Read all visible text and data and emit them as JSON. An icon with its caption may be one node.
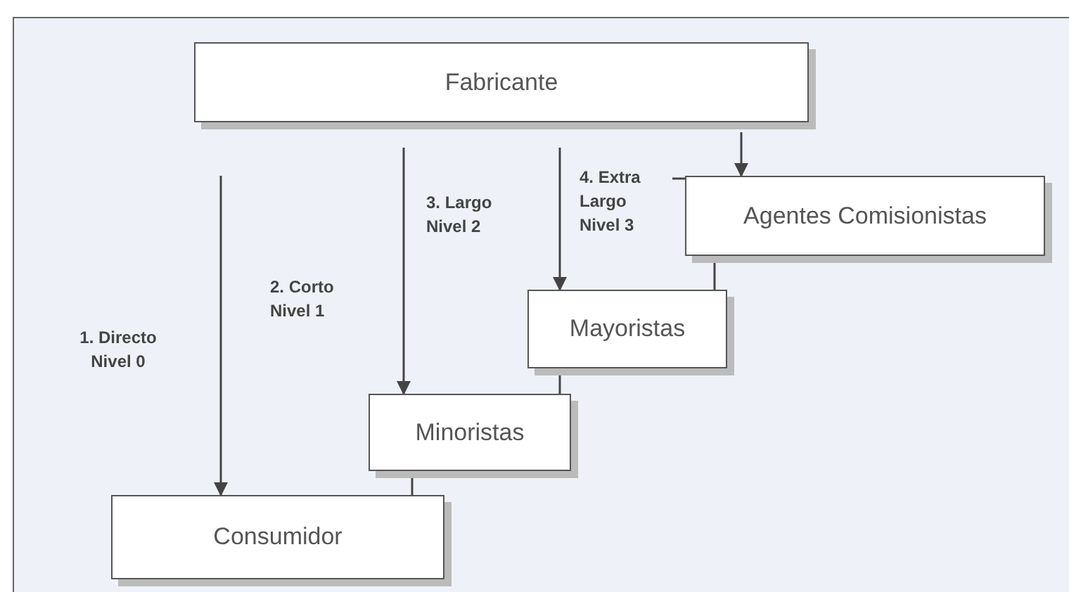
{
  "diagram": {
    "nodes": [
      {
        "text": [
          "Fabricante"
        ]
      },
      {
        "text": [
          "Agentes Comisionistas"
        ]
      },
      {
        "text": [
          "Mayoristas"
        ]
      },
      {
        "text": [
          "Minoristas"
        ]
      },
      {
        "text": [
          "Consumidor"
        ]
      }
    ],
    "edges": [
      {
        "from": null,
        "to": 4,
        "arrow": "to"
      },
      {
        "from": null,
        "to": 3,
        "arrow": "to"
      },
      {
        "from": null,
        "to": 2,
        "arrow": "to"
      },
      {
        "from": 0,
        "to": 1,
        "arrow": "to"
      },
      {
        "from": 1,
        "to": 2,
        "arrow": "none"
      },
      {
        "from": 2,
        "to": 3,
        "arrow": "none"
      },
      {
        "from": 3,
        "to": 4,
        "arrow": "none"
      }
    ],
    "labels": [
      "4. Extra Largo Nivel 3",
      "3. Largo Nivel 2",
      "2. Corto Nivel 1",
      "1. Directo Nivel 0"
    ]
  }
}
